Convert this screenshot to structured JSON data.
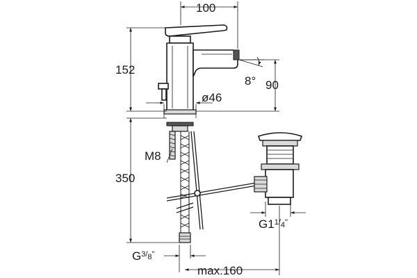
{
  "dimensions": {
    "width_top": "100",
    "spout_height": "152",
    "spout_angle": "8°",
    "spout_reach": "90",
    "base_diameter": "ø46",
    "thread_stud": "M8",
    "hose_length": "350",
    "inlet_thread_main": "G",
    "inlet_thread_frac_num": "3",
    "inlet_thread_frac_den": "8",
    "inlet_thread_suffix": "\"",
    "drain_thread_main": "G1",
    "drain_thread_frac_num": "1",
    "drain_thread_frac_den": "4",
    "drain_thread_suffix": "\"",
    "drain_offset": "max.160"
  }
}
